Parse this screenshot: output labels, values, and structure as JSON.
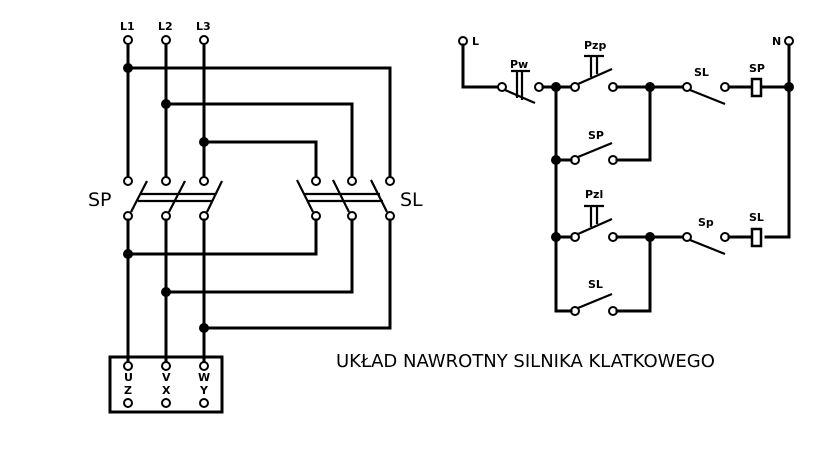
{
  "diagram": {
    "title": "UKŁAD NAWROTNY SILNIKA KLATKOWEGO",
    "power_circuit": {
      "supply_labels": [
        "L1",
        "L2",
        "L3"
      ],
      "contactor_forward_label": "SP",
      "contactor_reverse_label": "SL",
      "motor_terminals_top": [
        "U",
        "V",
        "W"
      ],
      "motor_terminals_bottom": [
        "Z",
        "X",
        "Y"
      ]
    },
    "control_circuit": {
      "phase_label": "L",
      "neutral_label": "N",
      "stop_button_label": "Pw",
      "forward_button_label": "Pzp",
      "reverse_button_label": "Pzl",
      "forward_holding_contact_label": "SP",
      "reverse_holding_contact_label": "SL",
      "forward_interlock_label": "SL",
      "reverse_interlock_label": "Sp",
      "forward_coil_label": "SP",
      "reverse_coil_label": "SL"
    },
    "colors": {
      "line": "#000000",
      "background": "#ffffff"
    }
  }
}
